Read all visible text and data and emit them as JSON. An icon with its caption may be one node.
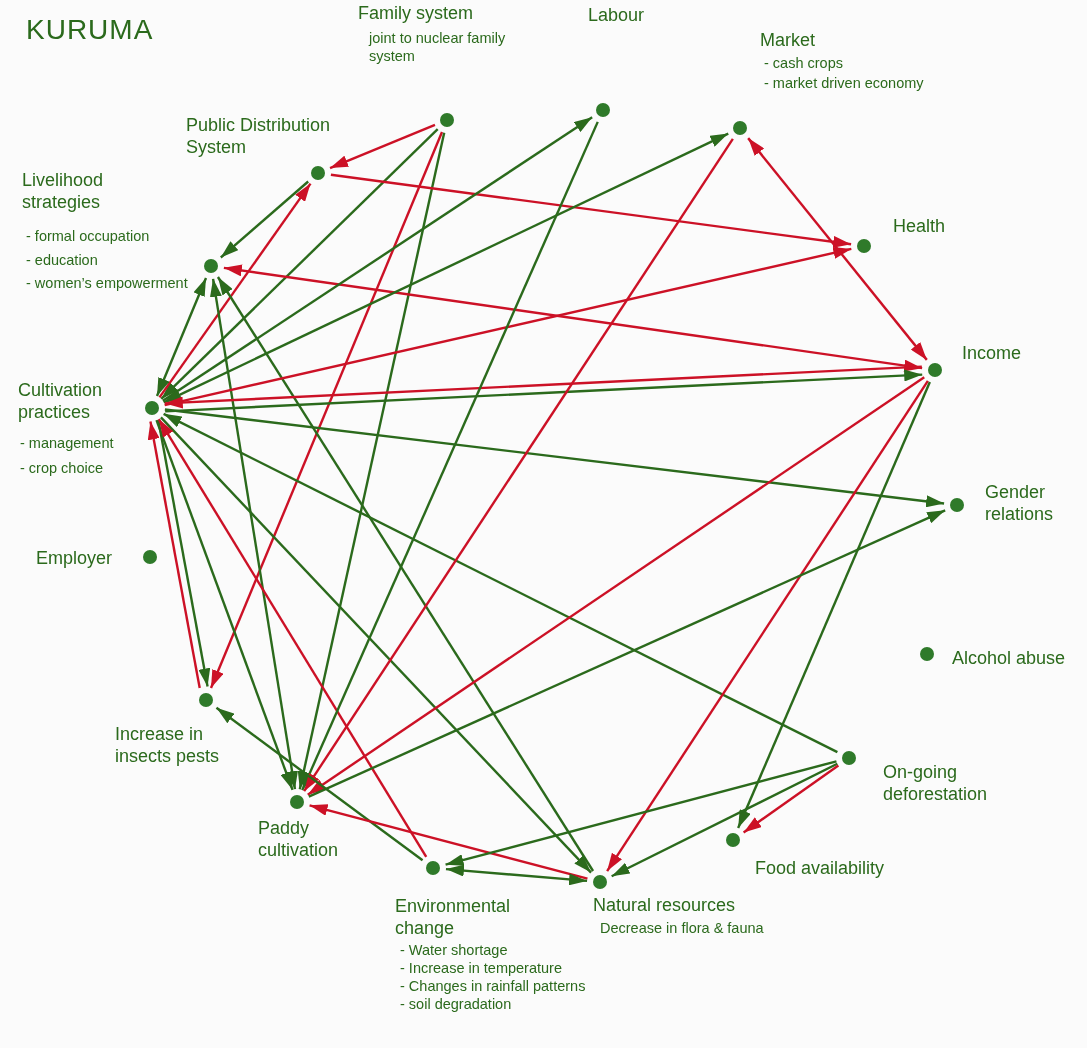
{
  "diagram": {
    "title": "KURUMA",
    "nodes": [
      {
        "text": [
          "Family system",
          "joint to nuclear family system"
        ]
      },
      {
        "text": [
          "Labour"
        ]
      },
      {
        "text": [
          "Market",
          "- cash crops",
          "- market driven economy"
        ]
      },
      {
        "text": [
          "Public Distribution System"
        ]
      },
      {
        "text": [
          "Health"
        ]
      },
      {
        "text": [
          "Livelihood strategies",
          "- formal occupation",
          "- education",
          "- women’s empowerment"
        ]
      },
      {
        "text": [
          "Income"
        ]
      },
      {
        "text": [
          "Cultivation practices",
          "- management",
          "- crop choice"
        ]
      },
      {
        "text": [
          "Gender relations"
        ]
      },
      {
        "text": [
          "Employer"
        ]
      },
      {
        "text": [
          "Alcohol abuse"
        ]
      },
      {
        "text": [
          "Increase in insects pests"
        ]
      },
      {
        "text": [
          "On-going deforestation"
        ]
      },
      {
        "text": [
          "Paddy cultivation"
        ]
      },
      {
        "text": [
          "Food availability"
        ]
      },
      {
        "text": [
          "Environmental change",
          "- Water shortage",
          "- Increase in temperature",
          "- Changes in rainfall patterns",
          "- soil degradation"
        ]
      },
      {
        "text": [
          "Natural resources",
          "Decrease in flora & fauna"
        ]
      }
    ],
    "edges": [
      {
        "from": 0,
        "to": 3,
        "arrow": "to",
        "color": "#cc1126"
      },
      {
        "from": 0,
        "to": 7,
        "arrow": "to"
      },
      {
        "from": 0,
        "to": 11,
        "arrow": "to",
        "color": "#cc1126"
      },
      {
        "from": 0,
        "to": 13,
        "arrow": "to"
      },
      {
        "from": 3,
        "to": 5,
        "arrow": "to"
      },
      {
        "from": 3,
        "to": 4,
        "arrow": "to",
        "color": "#cc1126"
      },
      {
        "from": 7,
        "to": 3,
        "arrow": "to",
        "color": "#cc1126"
      },
      {
        "from": 5,
        "to": 7,
        "arrow": "both"
      },
      {
        "from": 5,
        "to": 13,
        "arrow": "both"
      },
      {
        "from": 16,
        "to": 5,
        "arrow": "to"
      },
      {
        "from": 5,
        "to": 6,
        "arrow": "both",
        "color": "#cc1126"
      },
      {
        "from": 7,
        "to": 1,
        "arrow": "to"
      },
      {
        "from": 7,
        "to": 2,
        "arrow": "both"
      },
      {
        "from": 7,
        "to": 4,
        "arrow": "to",
        "color": "#cc1126"
      },
      {
        "from": 7,
        "to": 6,
        "arrow": "to"
      },
      {
        "from": 6,
        "to": 7,
        "arrow": "to",
        "color": "#cc1126"
      },
      {
        "from": 7,
        "to": 8,
        "arrow": "to"
      },
      {
        "from": 7,
        "to": 11,
        "arrow": "to"
      },
      {
        "from": 11,
        "to": 7,
        "arrow": "to",
        "color": "#cc1126"
      },
      {
        "from": 7,
        "to": 13,
        "arrow": "to"
      },
      {
        "from": 7,
        "to": 16,
        "arrow": "to"
      },
      {
        "from": 15,
        "to": 7,
        "arrow": "to",
        "color": "#cc1126"
      },
      {
        "from": 12,
        "to": 7,
        "arrow": "to"
      },
      {
        "from": 1,
        "to": 13,
        "arrow": "to"
      },
      {
        "from": 2,
        "to": 6,
        "arrow": "both",
        "color": "#cc1126"
      },
      {
        "from": 2,
        "to": 13,
        "arrow": "to",
        "color": "#cc1126"
      },
      {
        "from": 6,
        "to": 13,
        "arrow": "to",
        "color": "#cc1126"
      },
      {
        "from": 6,
        "to": 16,
        "arrow": "to",
        "color": "#cc1126"
      },
      {
        "from": 6,
        "to": 14,
        "arrow": "to"
      },
      {
        "from": 13,
        "to": 8,
        "arrow": "to"
      },
      {
        "from": 15,
        "to": 11,
        "arrow": "to"
      },
      {
        "from": 16,
        "to": 13,
        "arrow": "to",
        "color": "#cc1126"
      },
      {
        "from": 15,
        "to": 16,
        "arrow": "both"
      },
      {
        "from": 12,
        "to": 15,
        "arrow": "to"
      },
      {
        "from": 12,
        "to": 16,
        "arrow": "to"
      },
      {
        "from": 12,
        "to": 14,
        "arrow": "to",
        "color": "#cc1126"
      }
    ]
  }
}
